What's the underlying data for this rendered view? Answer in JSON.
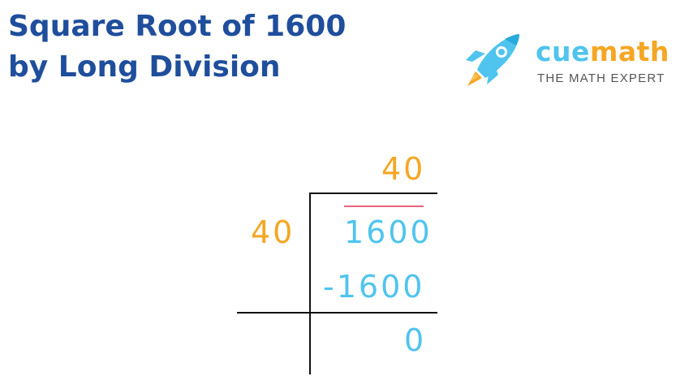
{
  "title": {
    "line1": "Square Root of 1600",
    "line2": "by Long Division"
  },
  "logo": {
    "brand_part1": "cue",
    "brand_part2": "math",
    "tagline": "THE MATH EXPERT",
    "icon": "rocket-icon"
  },
  "division": {
    "quotient": "40",
    "divisor": "40",
    "dividend": "1600",
    "subtrahend": "-1600",
    "remainder": "0"
  },
  "colors": {
    "title": "#1f4e9c",
    "orange": "#f5a623",
    "blue": "#4fc4ee",
    "overline": "#e8647a",
    "lines": "#111111"
  }
}
